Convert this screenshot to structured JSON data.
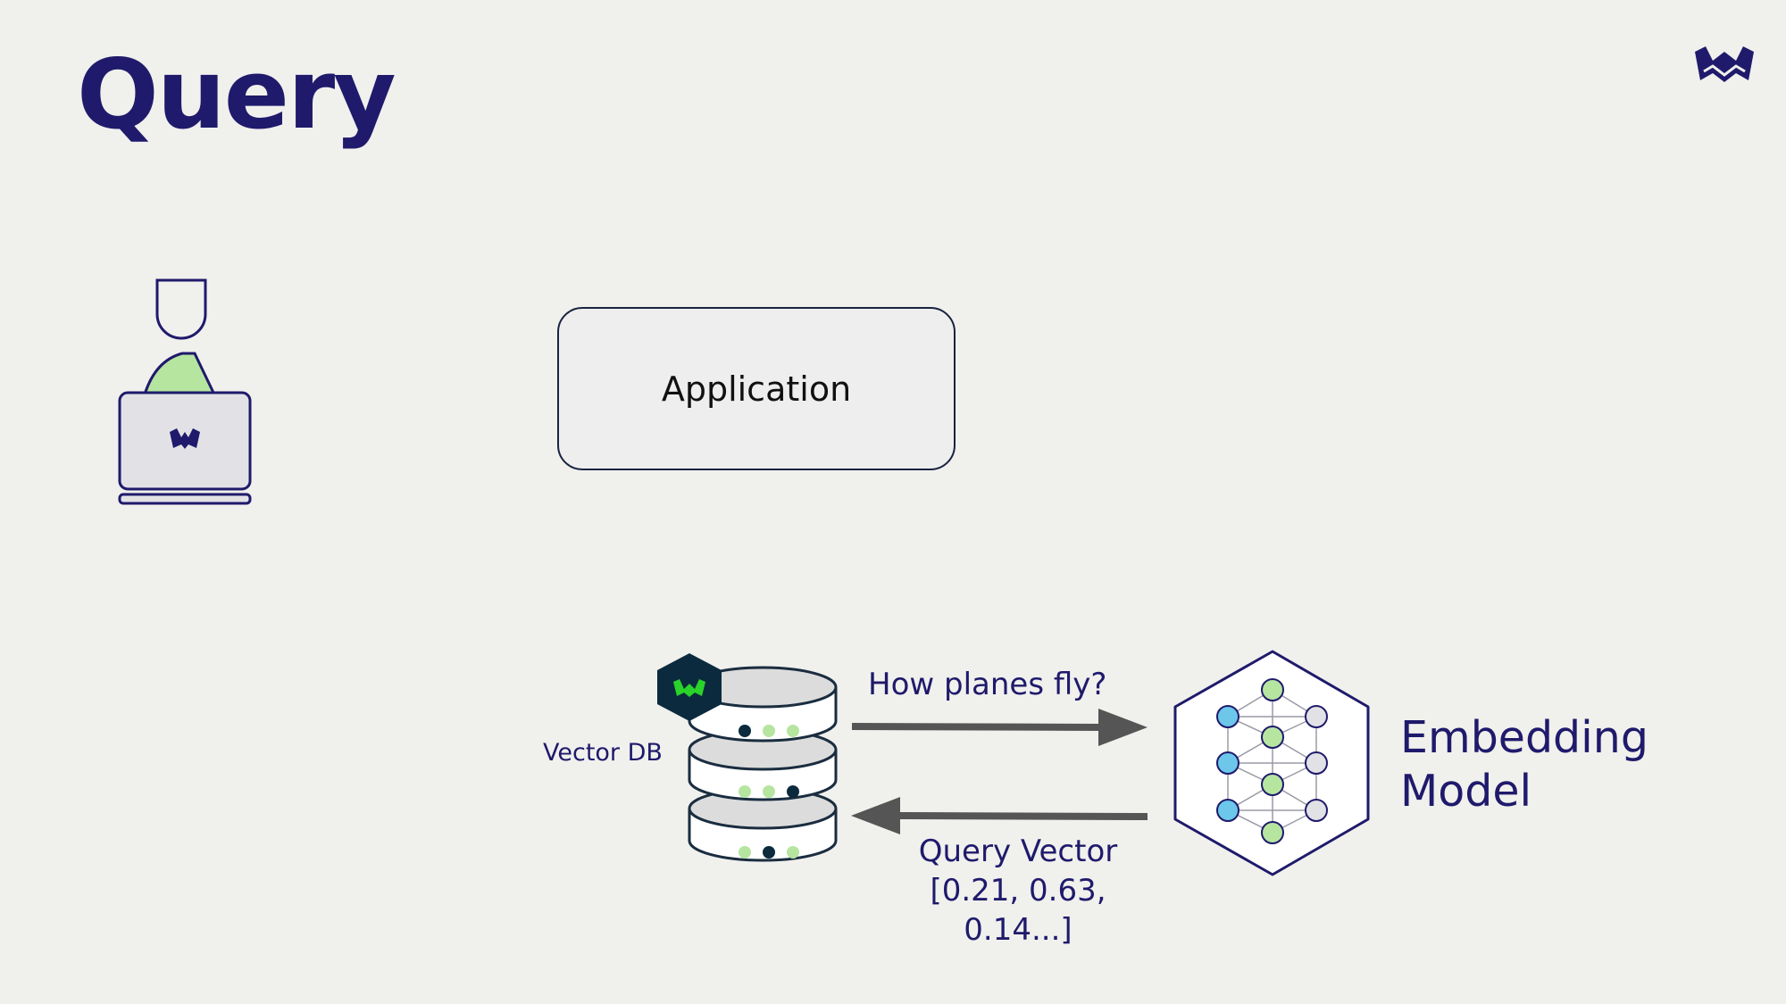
{
  "title": "Query",
  "application": {
    "label": "Application"
  },
  "vector_db": {
    "label": "Vector DB"
  },
  "query": {
    "text": "How planes fly?"
  },
  "query_vector": {
    "line1": "Query Vector",
    "line2": "[0.21, 0.63, 0.14...]"
  },
  "embedding_model": {
    "line1": "Embedding",
    "line2": "Model"
  },
  "icons": {
    "brand_logo": "w-logo-icon",
    "user": "user-with-laptop-icon",
    "database": "database-stack-icon",
    "neural_network": "neural-network-hexagon-icon"
  },
  "colors": {
    "background": "#f0f0ed",
    "primary": "#1f1a6b",
    "accent_green": "#b6e5a0",
    "accent_blue": "#6cc7ea",
    "arrow": "#555555",
    "badge_bg": "#0b2a3e",
    "badge_logo": "#2ad32a"
  }
}
